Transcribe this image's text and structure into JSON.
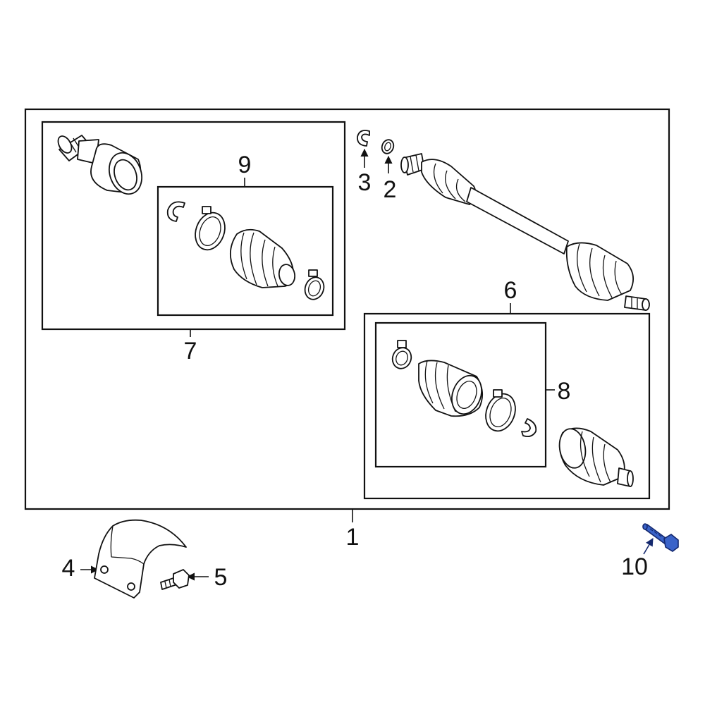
{
  "callouts": {
    "c1": "1",
    "c2": "2",
    "c3": "3",
    "c4": "4",
    "c5": "5",
    "c6": "6",
    "c7": "7",
    "c8": "8",
    "c9": "9",
    "c10": "10"
  },
  "highlight_color": "#3a63c9"
}
